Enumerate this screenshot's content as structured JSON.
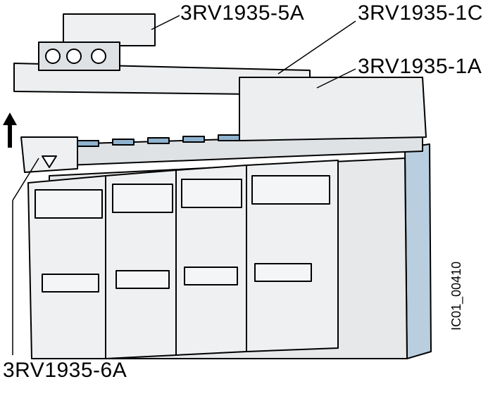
{
  "diagram": {
    "labels": {
      "top_connector": "3RV1935-5A",
      "busbar_cover": "3RV1935-1C",
      "busbar": "3RV1935-1A",
      "terminal_cover": "3RV1935-6A"
    },
    "figure_code": "IC01_00410",
    "colors": {
      "body": "#e4e6e8",
      "outline": "#000000",
      "accent_blue": "#8fb3cf",
      "side_panel": "#b9cfe0"
    },
    "breaker_count": 4
  }
}
